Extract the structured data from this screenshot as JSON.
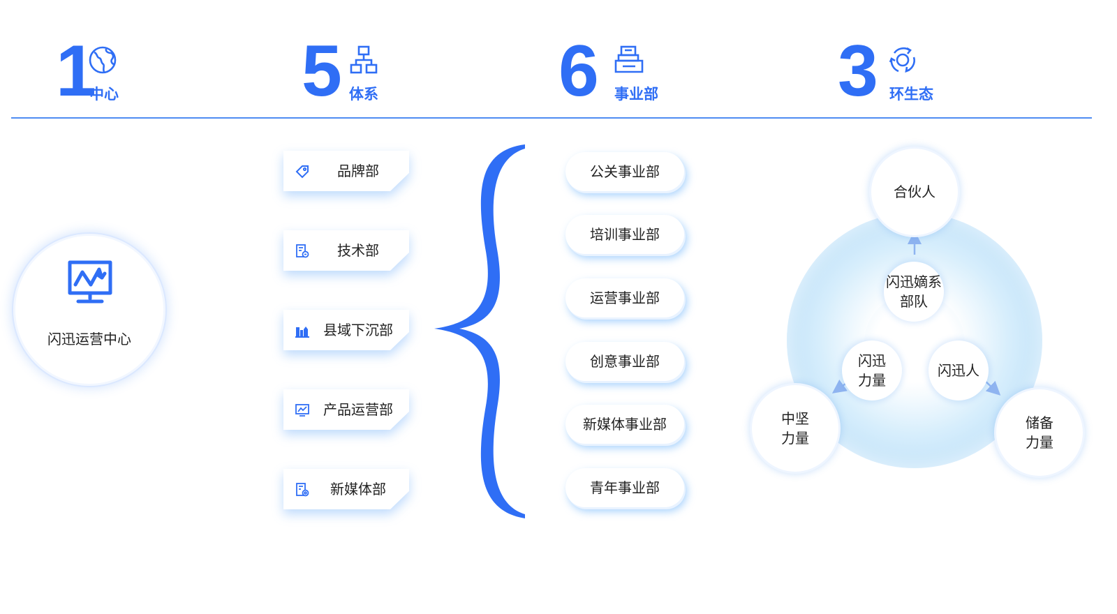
{
  "header": {
    "stats": [
      {
        "number": "1",
        "label": "中心",
        "icon": "globe-icon"
      },
      {
        "number": "5",
        "label": "体系",
        "icon": "org-chart-icon"
      },
      {
        "number": "6",
        "label": "事业部",
        "icon": "server-box-icon"
      },
      {
        "number": "3",
        "label": "环生态",
        "icon": "cycle-arrows-icon"
      }
    ]
  },
  "center": {
    "label": "闪迅运营中心",
    "icon": "monitor-trend-icon"
  },
  "systems": [
    {
      "label": "品牌部",
      "icon": "tag-icon"
    },
    {
      "label": "技术部",
      "icon": "tech-document-icon"
    },
    {
      "label": "县域下沉部",
      "icon": "city-buildings-icon"
    },
    {
      "label": "产品运营部",
      "icon": "monitor-chart-icon"
    },
    {
      "label": "新媒体部",
      "icon": "media-document-icon"
    }
  ],
  "departments": [
    {
      "label": "公关事业部"
    },
    {
      "label": "培训事业部"
    },
    {
      "label": "运营事业部"
    },
    {
      "label": "创意事业部"
    },
    {
      "label": "新媒体事业部"
    },
    {
      "label": "青年事业部"
    }
  ],
  "ecosystem": {
    "outer": {
      "partner": "合伙人",
      "core_line1": "中坚",
      "core_line2": "力量",
      "reserve_line1": "储备",
      "reserve_line2": "力量"
    },
    "inner": {
      "direct_line1": "闪迅嫡系",
      "direct_line2": "部队",
      "force_line1": "闪迅",
      "force_line2": "力量",
      "people": "闪迅人"
    }
  },
  "colors": {
    "accent": "#2f6ef5",
    "divider": "#4f8cf2",
    "glow": "#a6d4f6"
  }
}
